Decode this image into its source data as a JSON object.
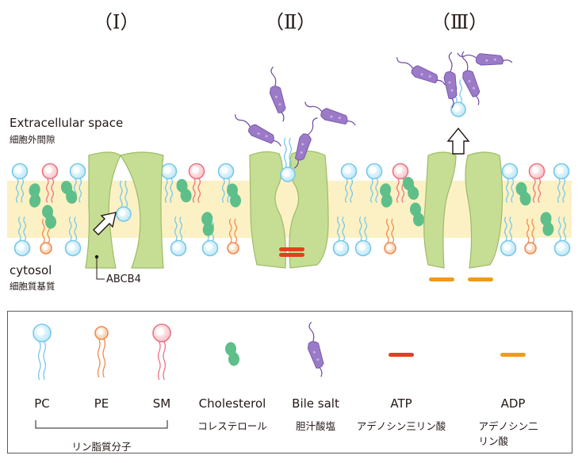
{
  "panels": [
    "（Ⅰ）",
    "（Ⅱ）",
    "（Ⅲ）"
  ],
  "sides": {
    "extracellular_en": "Extracellular space",
    "extracellular_jp": "細胞外間隙",
    "cytosol_en": "cytosol",
    "cytosol_jp": "細胞質基質"
  },
  "transporter_label": "ABCB4",
  "legend": [
    {
      "en": "PC",
      "jp": ""
    },
    {
      "en": "PE",
      "jp": ""
    },
    {
      "en": "SM",
      "jp": ""
    },
    {
      "en": "Cholesterol",
      "jp": "コレステロール"
    },
    {
      "en": "Bile salt",
      "jp": "胆汁酸塩"
    },
    {
      "en": "ATP",
      "jp": "アデノシン三リン酸"
    },
    {
      "en": "ADP",
      "jp": "アデノシン二リン酸"
    }
  ],
  "legend_group": "リン脂質分子",
  "colors": {
    "pc": "#8fd3ef",
    "pe": "#f0a070",
    "sm": "#f08c98",
    "cholesterol": "#5fbf8a",
    "bile": "#9b7bc7",
    "atp": "#e2401e",
    "adp": "#f29a1a",
    "transporter": "#c5de93",
    "membrane": "#fcf1c4"
  },
  "icons": [
    "pc-lipid-icon",
    "pe-lipid-icon",
    "sm-lipid-icon",
    "cholesterol-icon",
    "bile-salt-icon",
    "atp-icon",
    "adp-icon",
    "arrow-icon"
  ]
}
